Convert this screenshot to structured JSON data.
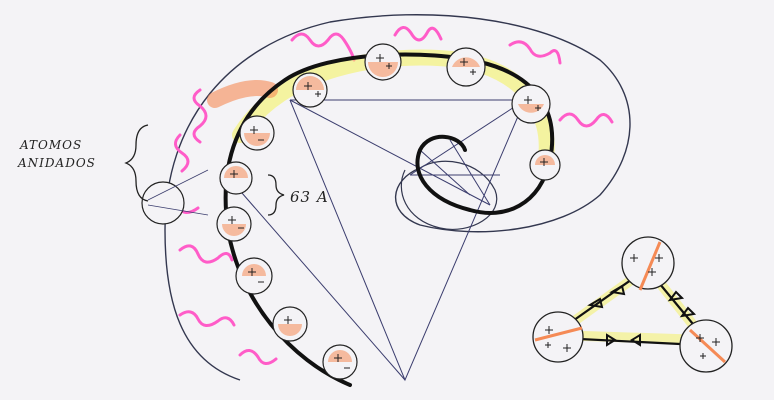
{
  "labels": {
    "line1": "ATOMOS",
    "line2": "ANIDADOS",
    "distance": "63 A"
  },
  "colors": {
    "paper": "#f4f3f6",
    "ink": "#111111",
    "thin_line": "#3b3d6e",
    "wave": "#ff5cc8",
    "highlight_orange": "#f58a55",
    "highlight_yellow": "#f4f25a"
  }
}
